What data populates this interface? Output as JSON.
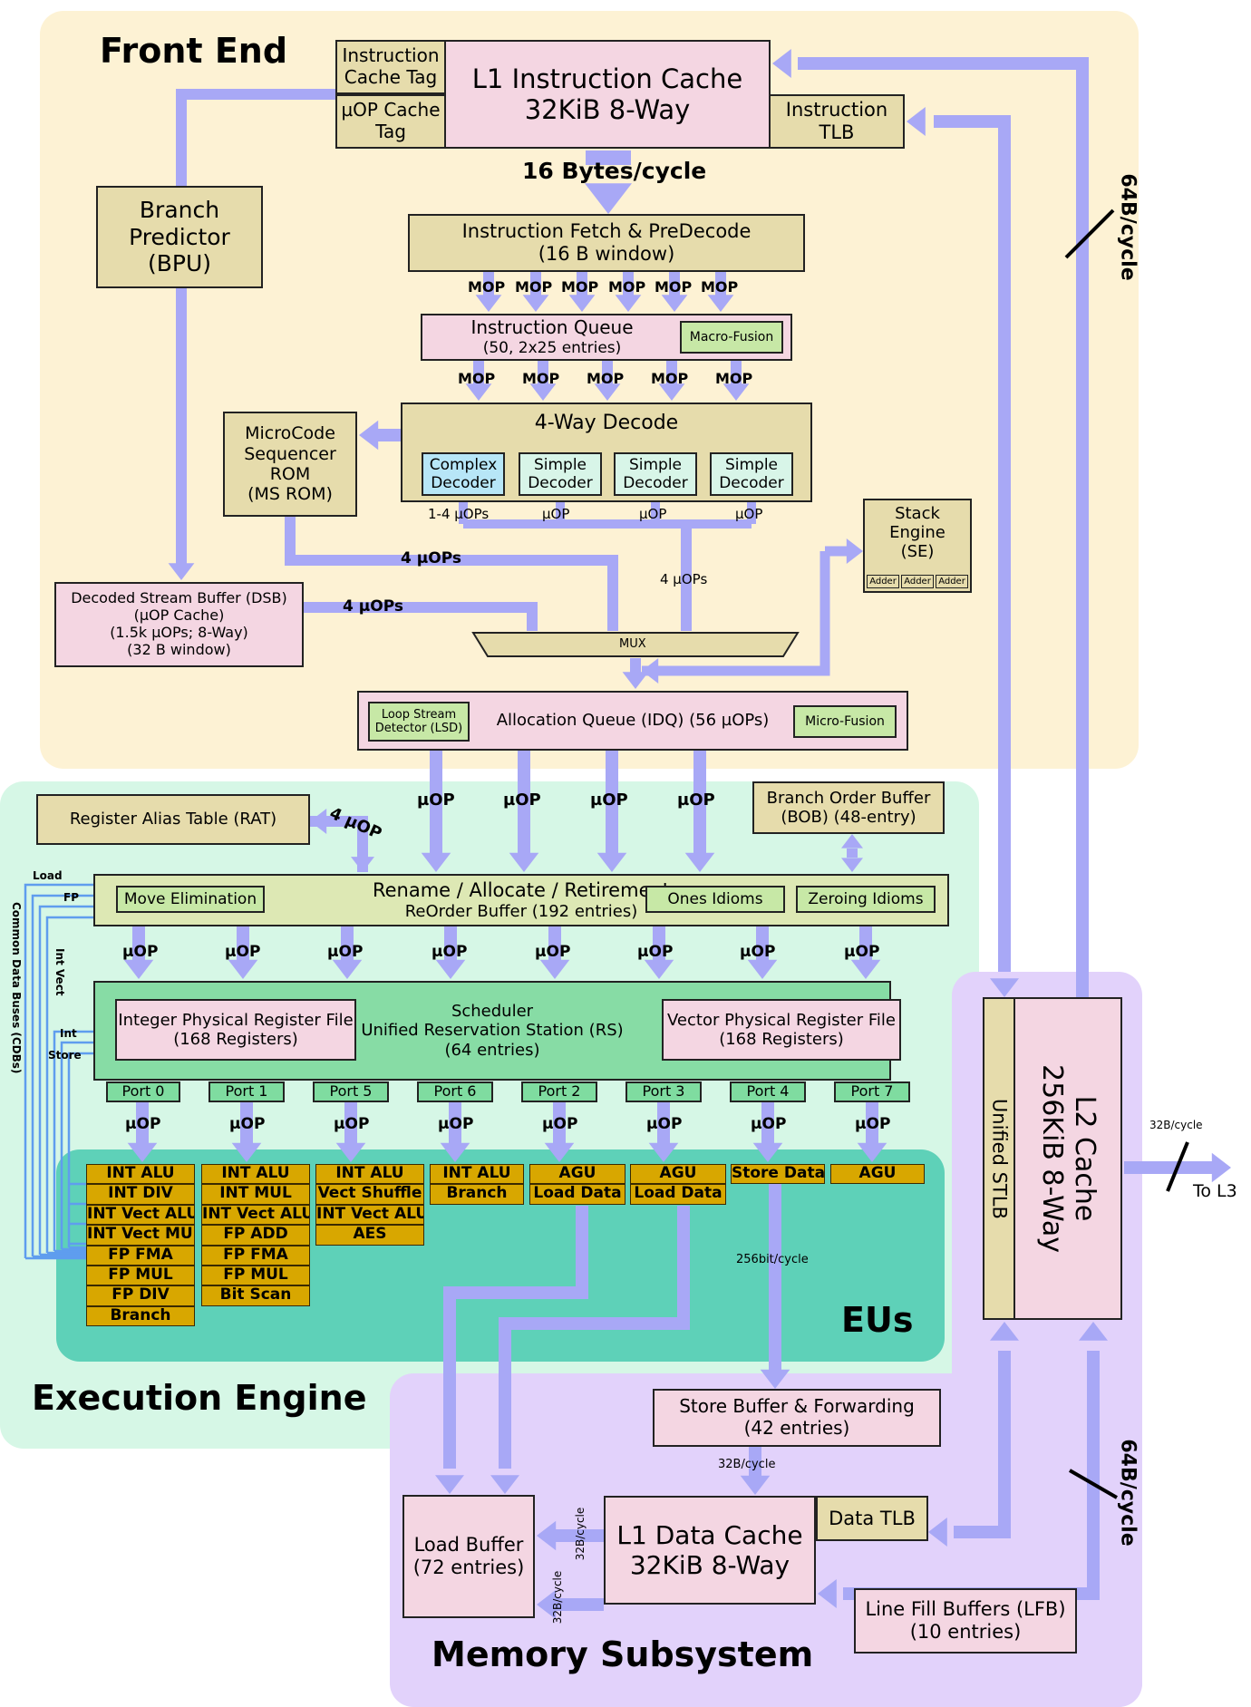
{
  "regions": {
    "front_end": "Front End",
    "execution_engine": "Execution Engine",
    "eus": "EUs",
    "memory_subsystem": "Memory Subsystem"
  },
  "colors": {
    "front_end_bg": "#fdf2d4",
    "execution_bg": "#d6f7e6",
    "eus_bg": "#5ed1b8",
    "memory_bg": "#e2d2fb",
    "arrow": "#a8a8f6",
    "eu_box": "#d8a700",
    "cdb_lines": "#5f9dee"
  },
  "front_end": {
    "icache_tag": "Instruction Cache Tag",
    "uop_cache_tag": "µOP Cache Tag",
    "l1i_title": "L1 Instruction Cache",
    "l1i_size": "32KiB 8-Way",
    "itlb": "Instruction TLB",
    "bpu_l1": "Branch",
    "bpu_l2": "Predictor",
    "bpu_l3": "(BPU)",
    "fetch_rate": "16 Bytes/cycle",
    "ifetch_l1": "Instruction Fetch & PreDecode",
    "ifetch_l2": "(16 B window)",
    "mop": "MOP",
    "iq_l1": "Instruction Queue",
    "iq_l2": "(50, 2x25 entries)",
    "macro_fusion": "Macro-Fusion",
    "ms_l1": "MicroCode",
    "ms_l2": "Sequencer",
    "ms_l3": "ROM",
    "ms_l4": "(MS ROM)",
    "decode_title": "4-Way Decode",
    "complex": "Complex",
    "simple": "Simple",
    "decoder": "Decoder",
    "uops_1_4": "1-4 µOPs",
    "uop": "µOP",
    "four_uops": "4 µOPs",
    "stack_l1": "Stack",
    "stack_l2": "Engine",
    "stack_l3": "(SE)",
    "adder": "Adder",
    "dsb_l1": "Decoded Stream Buffer (DSB)",
    "dsb_l2": "(µOP Cache)",
    "dsb_l3": "(1.5k µOPs; 8-Way)",
    "dsb_l4": "(32 B window)",
    "mux": "MUX",
    "lsd_l1": "Loop Stream",
    "lsd_l2": "Detector (LSD)",
    "idq": "Allocation Queue (IDQ) (56 µOPs)",
    "micro_fusion": "Micro-Fusion",
    "l2_rate": "64B/cycle"
  },
  "execution": {
    "rat": "Register Alias Table (RAT)",
    "four_uop": "4 µOP",
    "bob_l1": "Branch Order Buffer",
    "bob_l2": "(BOB) (48-entry)",
    "rob_l1": "Rename / Allocate / Retirement",
    "rob_l2": "ReOrder Buffer (192 entries)",
    "move_elim": "Move Elimination",
    "ones": "Ones Idioms",
    "zeroing": "Zeroing Idioms",
    "int_prf_l1": "Integer Physical Register File",
    "int_prf_l2": "(168 Registers)",
    "rs_l1": "Scheduler",
    "rs_l2": "Unified Reservation Station (RS)",
    "rs_l3": "(64 entries)",
    "vec_prf_l1": "Vector Physical Register File",
    "vec_prf_l2": "(168 Registers)",
    "cdb": "Common Data Buses (CDBs)",
    "cdb_load": "Load",
    "cdb_fp": "FP",
    "cdb_intvect": "Int Vect",
    "cdb_int": "Int",
    "cdb_store": "Store",
    "ports": [
      {
        "name": "Port 0",
        "units": [
          "INT ALU",
          "INT DIV",
          "INT Vect ALU",
          "INT Vect MUL",
          "FP FMA",
          "FP MUL",
          "FP DIV",
          "Branch"
        ]
      },
      {
        "name": "Port 1",
        "units": [
          "INT ALU",
          "INT MUL",
          "INT Vect ALU",
          "FP ADD",
          "FP FMA",
          "FP MUL",
          "Bit Scan"
        ]
      },
      {
        "name": "Port 5",
        "units": [
          "INT ALU",
          "Vect Shuffle",
          "INT Vect ALU",
          "AES"
        ]
      },
      {
        "name": "Port 6",
        "units": [
          "INT ALU",
          "Branch"
        ]
      },
      {
        "name": "Port 2",
        "units": [
          "AGU",
          "Load Data"
        ]
      },
      {
        "name": "Port 3",
        "units": [
          "AGU",
          "Load Data"
        ]
      },
      {
        "name": "Port 4",
        "units": [
          "Store Data"
        ]
      },
      {
        "name": "Port 7",
        "units": [
          "AGU"
        ]
      }
    ]
  },
  "memory": {
    "store_rate": "256bit/cycle",
    "sb_l1": "Store Buffer & Forwarding",
    "sb_l2": "(42 entries)",
    "rate_32": "32B/cycle",
    "lb_l1": "Load Buffer",
    "lb_l2": "(72 entries)",
    "l1d_l1": "L1 Data Cache",
    "l1d_l2": "32KiB 8-Way",
    "dtlb": "Data TLB",
    "lfb_l1": "Line Fill Buffers (LFB)",
    "lfb_l2": "(10 entries)",
    "stlb": "Unified STLB",
    "l2_l1": "L2 Cache",
    "l2_l2": "256KiB 8-Way",
    "l3_rate": "32B/cycle",
    "to_l3": "To L3",
    "l2_rate": "64B/cycle"
  }
}
